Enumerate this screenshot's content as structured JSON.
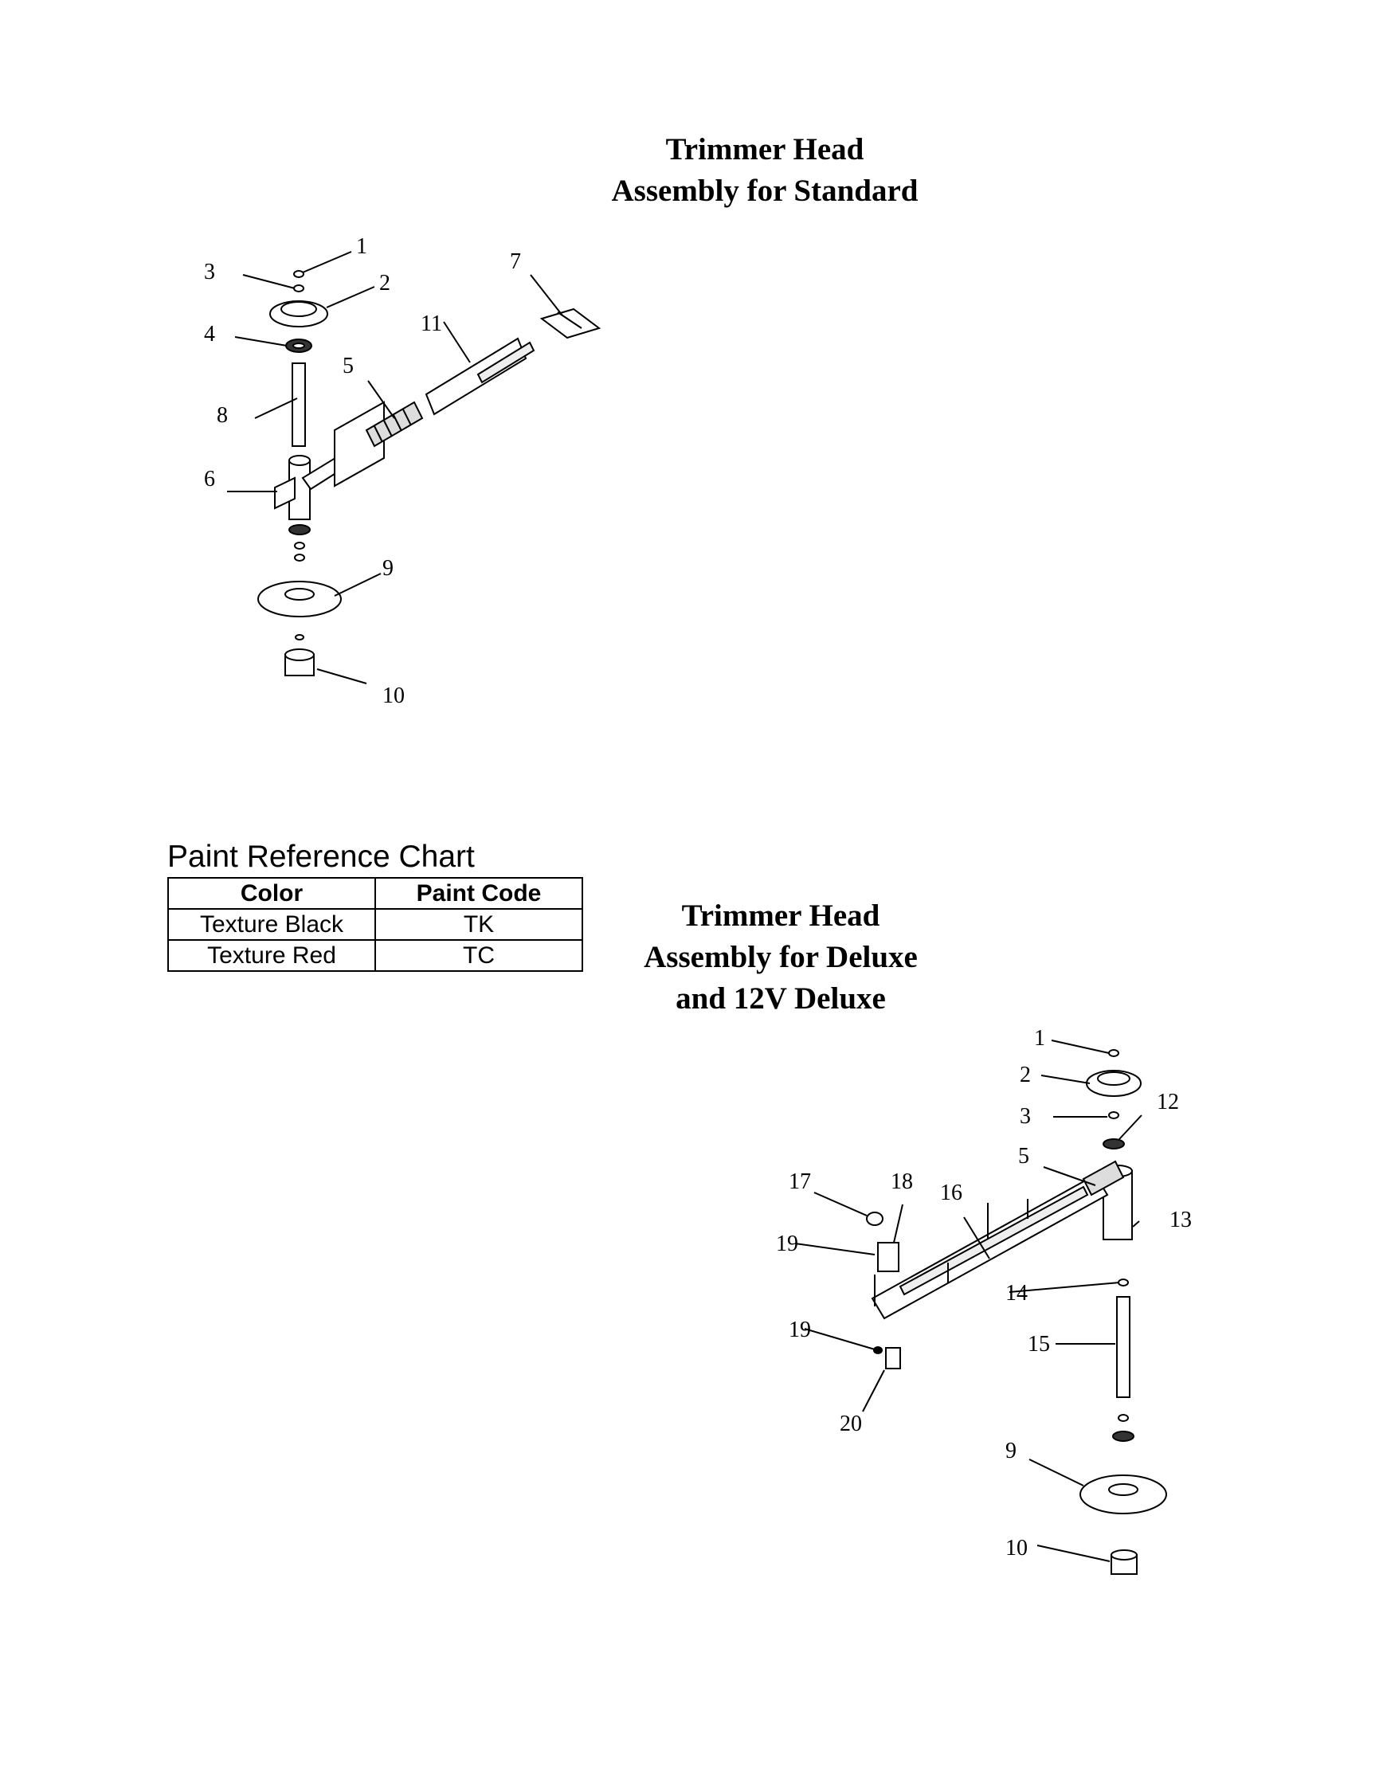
{
  "standard": {
    "title_line1": "Trimmer Head",
    "title_line2": "Assembly for Standard",
    "callouts": [
      "1",
      "2",
      "3",
      "4",
      "5",
      "6",
      "7",
      "8",
      "9",
      "10",
      "11"
    ]
  },
  "deluxe": {
    "title_line1": "Trimmer Head",
    "title_line2": "Assembly for Deluxe",
    "title_line3": "and 12V Deluxe",
    "callouts": [
      "1",
      "2",
      "3",
      "12",
      "5",
      "17",
      "18",
      "16",
      "13",
      "19",
      "14",
      "15",
      "19",
      "20",
      "9",
      "10"
    ]
  },
  "paint_chart": {
    "title": "Paint Reference Chart",
    "headers": [
      "Color",
      "Paint Code"
    ],
    "rows": [
      [
        "Texture Black",
        "TK"
      ],
      [
        "Texture Red",
        "TC"
      ]
    ]
  }
}
